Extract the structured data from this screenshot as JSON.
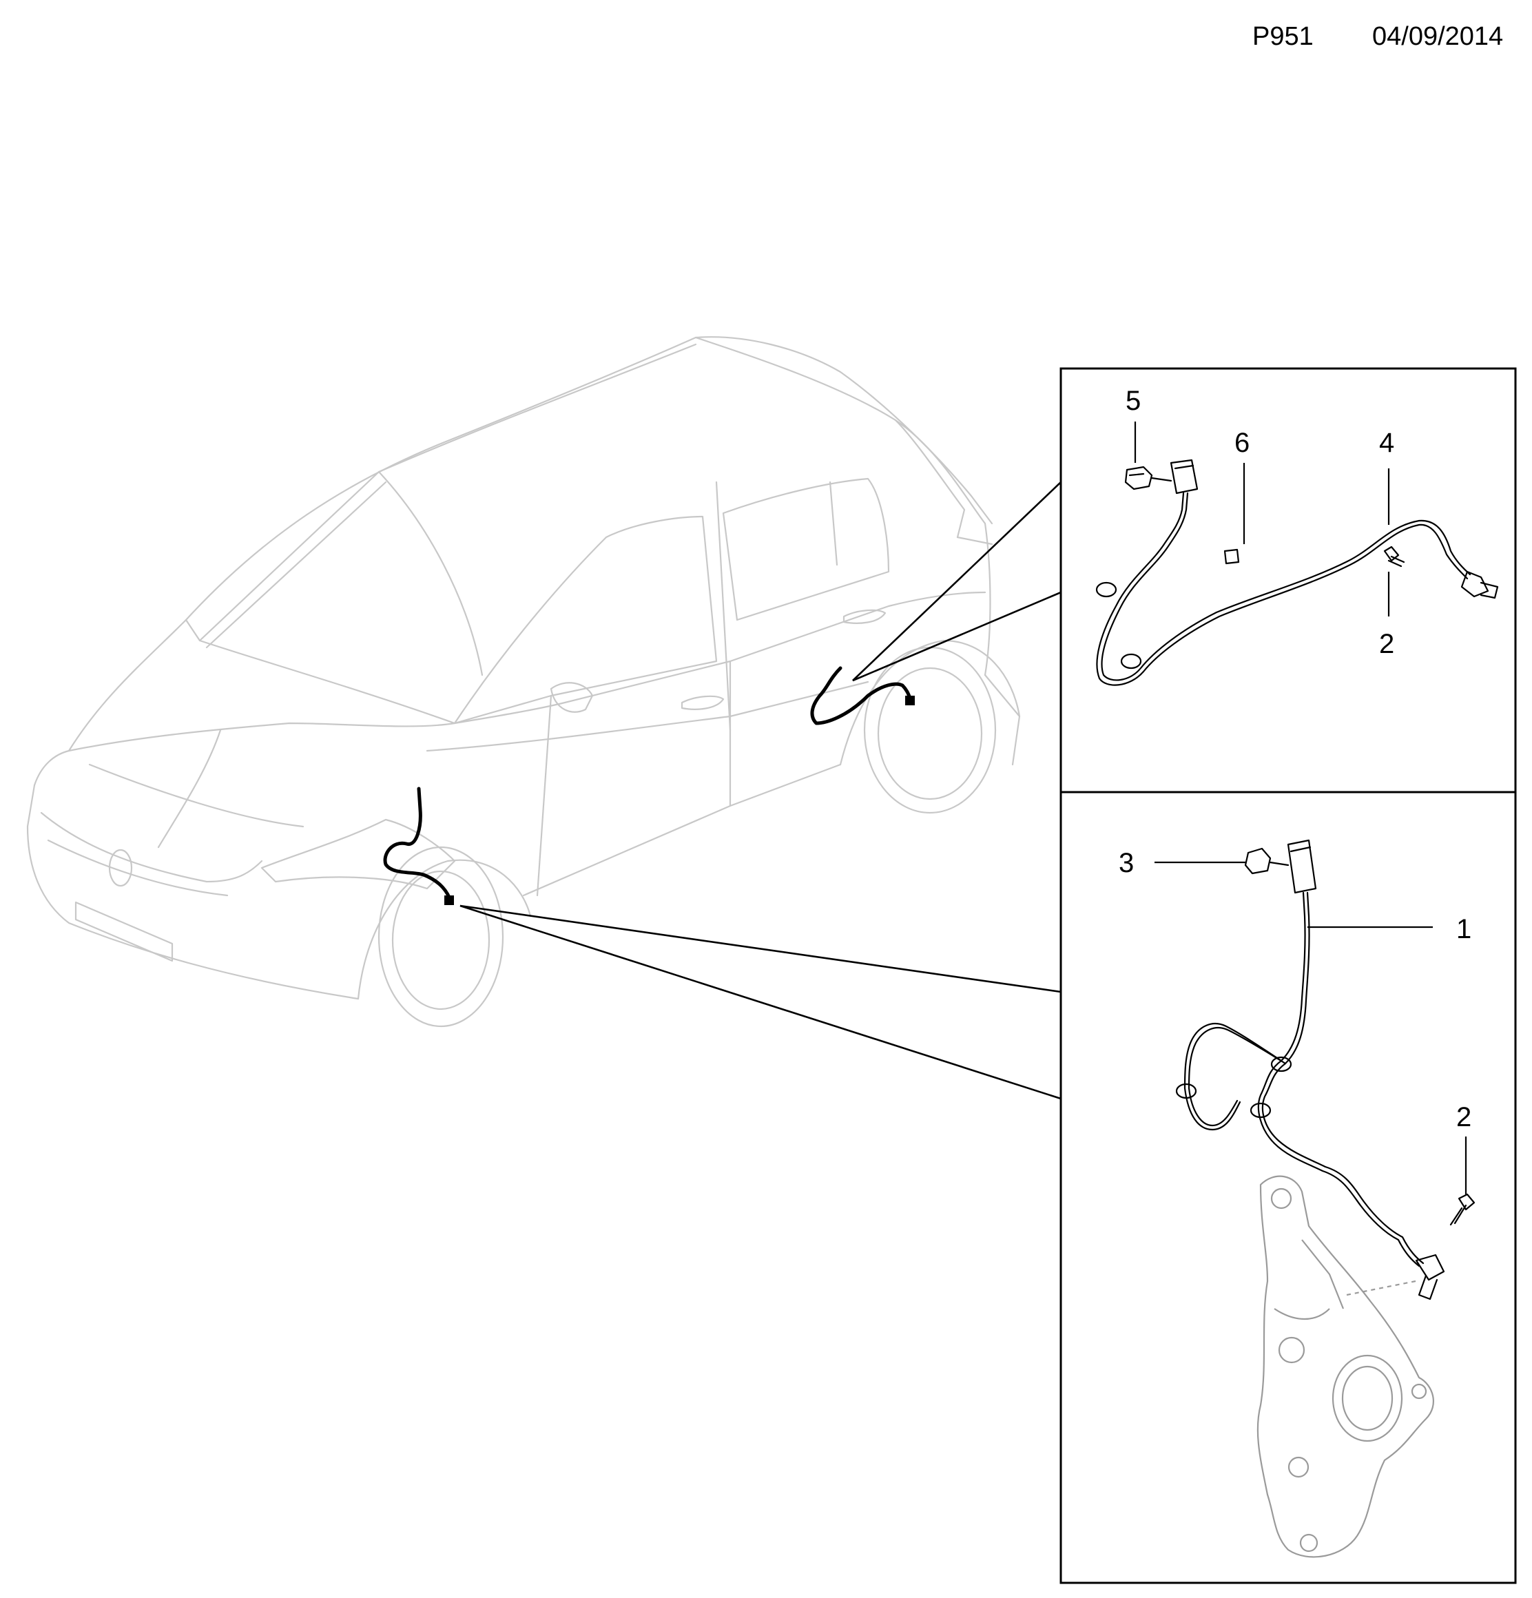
{
  "header": {
    "page_code": "P951",
    "date": "04/09/2014"
  },
  "callouts": {
    "upper_panel": {
      "label_5": "5",
      "label_6": "6",
      "label_4": "4",
      "label_2": "2"
    },
    "lower_panel": {
      "label_3": "3",
      "label_1": "1",
      "label_2": "2"
    }
  }
}
